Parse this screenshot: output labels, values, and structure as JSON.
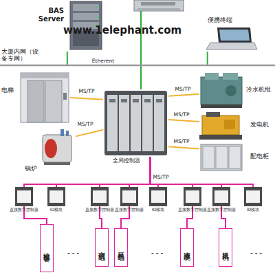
{
  "diagram": {
    "nodes": [
      {
        "text": [
          "BAS Server"
        ]
      },
      {
        "text": [
          "便携终端"
        ]
      },
      {
        "text": [
          "电梯"
        ]
      },
      {
        "text": [
          "锅炉"
        ]
      },
      {
        "text": [
          "全局控制器"
        ]
      },
      {
        "text": [
          "冷水机组"
        ]
      },
      {
        "text": [
          "发电机"
        ]
      },
      {
        "text": [
          "配电柜"
        ]
      },
      {
        "text": [
          "直接数字控制器"
        ]
      },
      {
        "text": [
          "IO模块"
        ]
      },
      {
        "text": [
          "直接数字控制器"
        ]
      },
      {
        "text": [
          "直接数字控制器"
        ]
      },
      {
        "text": [
          "IO模块"
        ]
      },
      {
        "text": [
          "直接数字控制器"
        ]
      },
      {
        "text": [
          "直接数字控制器"
        ]
      },
      {
        "text": [
          "IO模块"
        ]
      },
      {
        "text": [
          "给排水设备"
        ]
      },
      {
        "text": [
          "空调机组"
        ]
      },
      {
        "text": [
          "新风机组"
        ]
      },
      {
        "text": [
          "冷源系统"
        ]
      },
      {
        "text": [
          "送排风机"
        ]
      }
    ],
    "edges": [
      {
        "from": 2,
        "to": 4,
        "label": "MS/TP",
        "arrow": "none"
      },
      {
        "from": 3,
        "to": 4,
        "label": "MS/TP",
        "arrow": "none"
      },
      {
        "from": 4,
        "to": 5,
        "label": "MS/TP",
        "arrow": "none"
      },
      {
        "from": 4,
        "to": 6,
        "label": "MS/TP",
        "arrow": "none"
      },
      {
        "from": 4,
        "to": 7,
        "label": "MS/TP",
        "arrow": "none"
      },
      {
        "from": 4,
        "to": 8,
        "label": "MS/TP",
        "arrow": "none"
      },
      {
        "from": 4,
        "to": 9,
        "arrow": "none"
      },
      {
        "from": 4,
        "to": 10,
        "arrow": "none"
      },
      {
        "from": 4,
        "to": 11,
        "arrow": "none"
      },
      {
        "from": 4,
        "to": 12,
        "arrow": "none"
      },
      {
        "from": 4,
        "to": 13,
        "arrow": "none"
      },
      {
        "from": 4,
        "to": 14,
        "arrow": "none"
      },
      {
        "from": 4,
        "to": 15,
        "arrow": "none"
      },
      {
        "from": 0,
        "to": 4,
        "label": "Etherent",
        "arrow": "none"
      },
      {
        "from": 1,
        "to": 4,
        "arrow": "none"
      },
      {
        "from": 8,
        "to": 16,
        "arrow": "none"
      },
      {
        "from": 10,
        "to": 17,
        "arrow": "none"
      },
      {
        "from": 11,
        "to": 18,
        "arrow": "none"
      },
      {
        "from": 13,
        "to": 19,
        "arrow": "none"
      },
      {
        "from": 14,
        "to": 20,
        "arrow": "none"
      }
    ],
    "labels": [
      "www.1elephant.com",
      "大厦内网（设备专网）",
      "- - -",
      "- - -",
      "- - -"
    ]
  }
}
